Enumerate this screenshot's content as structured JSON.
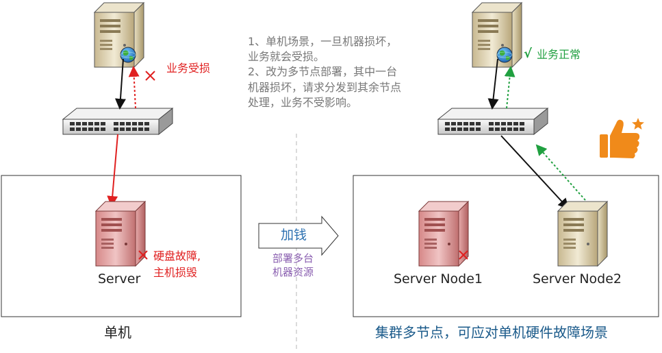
{
  "notes": {
    "line1": "1、单机场景，一旦机器损坏，",
    "line2": "业务就会受损。",
    "line3": "2、改为多节点部署，其中一台",
    "line4": "机器损坏，请求分发到其余节点",
    "line5": "处理，业务不受影响。"
  },
  "left": {
    "status_label": "业务受损",
    "server_label": "Server",
    "fault_line1": "硬盘故障,",
    "fault_line2": "主机损毁",
    "caption": "单机"
  },
  "middle": {
    "arrow_label": "加钱",
    "sub_line1": "部署多台",
    "sub_line2": "机器资源"
  },
  "right": {
    "check_mark": "√",
    "status_label": "业务正常",
    "node1_label": "Server Node1",
    "node2_label": "Server Node2",
    "caption": "集群多节点，可应对单机硬件故障场景"
  },
  "colors": {
    "error": "#e02020",
    "ok": "#20a040",
    "note_text": "#777777",
    "arrow_label": "#2a6fb0",
    "sub_label": "#8a5fb0",
    "caption_right": "#1a5a8a",
    "thumb": "#f08a1a"
  }
}
